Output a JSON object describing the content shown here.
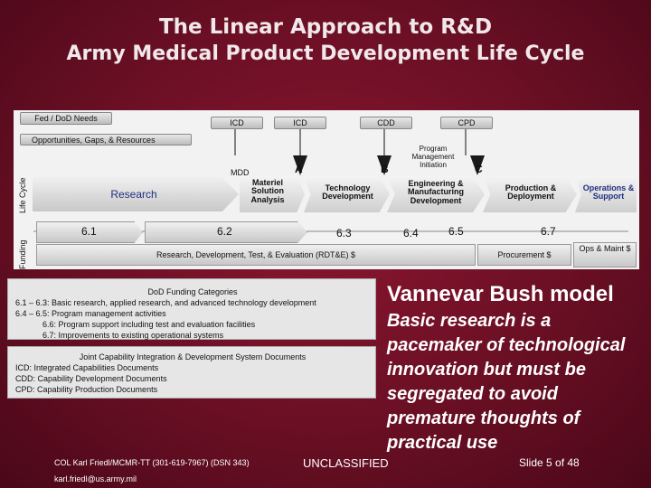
{
  "title": {
    "line1": "The Linear Approach to R&D",
    "line2": "Army Medical Product Development Life Cycle"
  },
  "diagram": {
    "fed_needs": "Fed / DoD Needs",
    "docs": [
      "ICD",
      "ICD",
      "CDD",
      "CPD"
    ],
    "opportunities": "Opportunities, Gaps, & Resources",
    "side_life_cycle": "Life Cycle",
    "side_funding": "Funding",
    "mdd": "MDD",
    "milestones": [
      "A",
      "B",
      "C"
    ],
    "pmi": "Program Management Initiation",
    "phases": [
      "Research",
      "Materiel Solution Analysis",
      "Technology Development",
      "Engineering & Manufacturing Development",
      "Production & Deployment",
      "Operations & Support"
    ],
    "funding_codes": [
      "6.1",
      "6.2",
      "6.3",
      "6.4",
      "6.5",
      "6.7"
    ],
    "rdte": "Research, Development, Test, & Evaluation (RDT&E) $",
    "procurement": "Procurement $",
    "ops_maint": "Ops & Maint $"
  },
  "funding_notes": {
    "title": "DoD Funding Categories",
    "lines": [
      "6.1 – 6.3: Basic research, applied research, and advanced technology development",
      "6.4 – 6.5: Program management activities",
      "6.6: Program support including test and evaluation facilities",
      "6.7: Improvements to existing operational systems"
    ]
  },
  "jcids_notes": {
    "title": "Joint Capability Integration & Development System Documents",
    "lines": [
      "ICD: Integrated Capabilities Documents",
      "CDD: Capability Development Documents",
      "CPD: Capability Production Documents"
    ]
  },
  "bush": {
    "title": "Vannevar Bush model",
    "lines": [
      "Basic research is a",
      "pacemaker of technological",
      "innovation but must be",
      "segregated to avoid",
      "premature thoughts of",
      "practical use"
    ]
  },
  "footer": {
    "contact1": "COL Karl Friedl/MCMR-TT (301-619-7967) (DSN 343)",
    "contact2": "karl.friedl@us.army.mil",
    "classification": "UNCLASSIFIED",
    "slide": "Slide 5 of 48"
  },
  "colors": {
    "background": "#6a0f24",
    "phase_blue": "#1f2f80",
    "panel": "#d9d9d9"
  }
}
